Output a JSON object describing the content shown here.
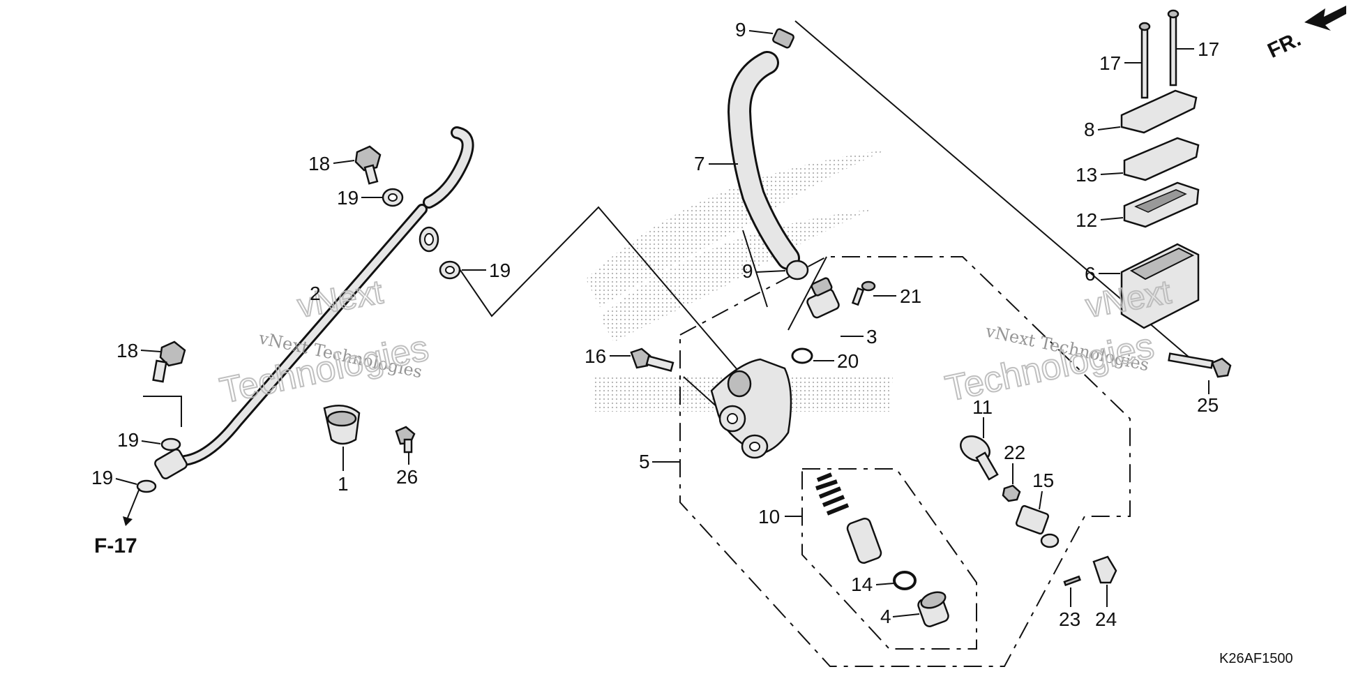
{
  "diagram_code": "K26AF1500",
  "front_label": "FR.",
  "reference_label": "F-17",
  "watermark": {
    "line1": "vNext Technologies",
    "line2": "vNext",
    "line3": "Technologies"
  },
  "callouts": {
    "p1": "1",
    "p2": "2",
    "p3": "3",
    "p4": "4",
    "p5": "5",
    "p6": "6",
    "p7": "7",
    "p8": "8",
    "p9a": "9",
    "p9b": "9",
    "p10": "10",
    "p11": "11",
    "p12": "12",
    "p13": "13",
    "p14": "14",
    "p15": "15",
    "p16": "16",
    "p17a": "17",
    "p17b": "17",
    "p18a": "18",
    "p18b": "18",
    "p19a": "19",
    "p19b": "19",
    "p19c": "19",
    "p19d": "19",
    "p20": "20",
    "p21": "21",
    "p22": "22",
    "p23": "23",
    "p24": "24",
    "p25": "25",
    "p26": "26"
  }
}
